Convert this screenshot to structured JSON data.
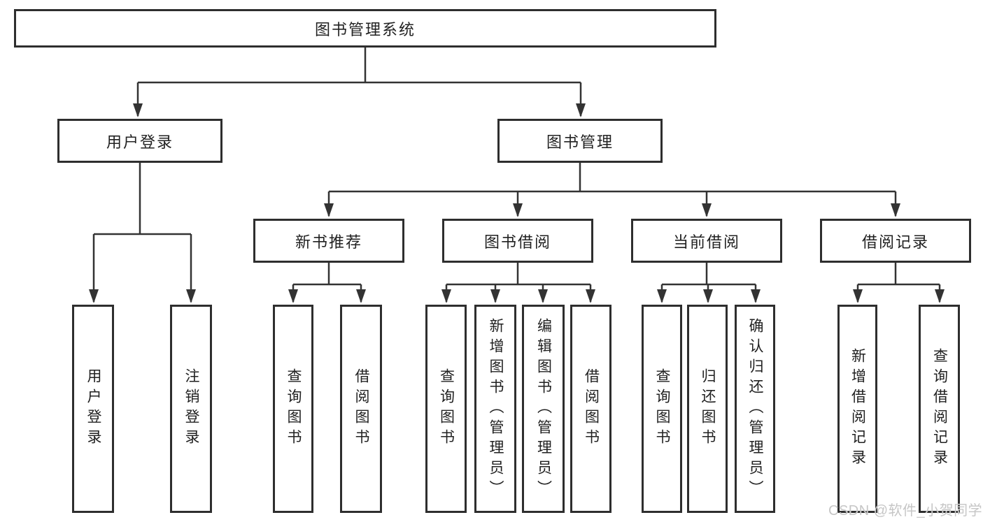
{
  "diagram": {
    "root": "图书管理系统",
    "level2": {
      "user_login": "用户登录",
      "book_management": "图书管理"
    },
    "level3": {
      "new_book_recommend": "新书推荐",
      "book_borrow": "图书借阅",
      "current_borrow": "当前借阅",
      "borrow_record": "借阅记录"
    },
    "leaves": {
      "user_login": [
        "用户登录",
        "注销登录"
      ],
      "new_book_recommend": [
        "查询图书",
        "借阅图书"
      ],
      "book_borrow": [
        "查询图书",
        "新增图书（管理员）",
        "编辑图书（管理员）",
        "借阅图书"
      ],
      "current_borrow": [
        "查询图书",
        "归还图书",
        "确认归还（管理员）"
      ],
      "borrow_record": [
        "新增借阅记录",
        "查询借阅记录"
      ]
    }
  },
  "colors": {
    "line": "#333333",
    "box_border": "#2e2e2e",
    "text": "#212121",
    "watermark": "#c6c6c6",
    "background": "#ffffff"
  },
  "watermark": "CSDN @软件_小贺同学"
}
